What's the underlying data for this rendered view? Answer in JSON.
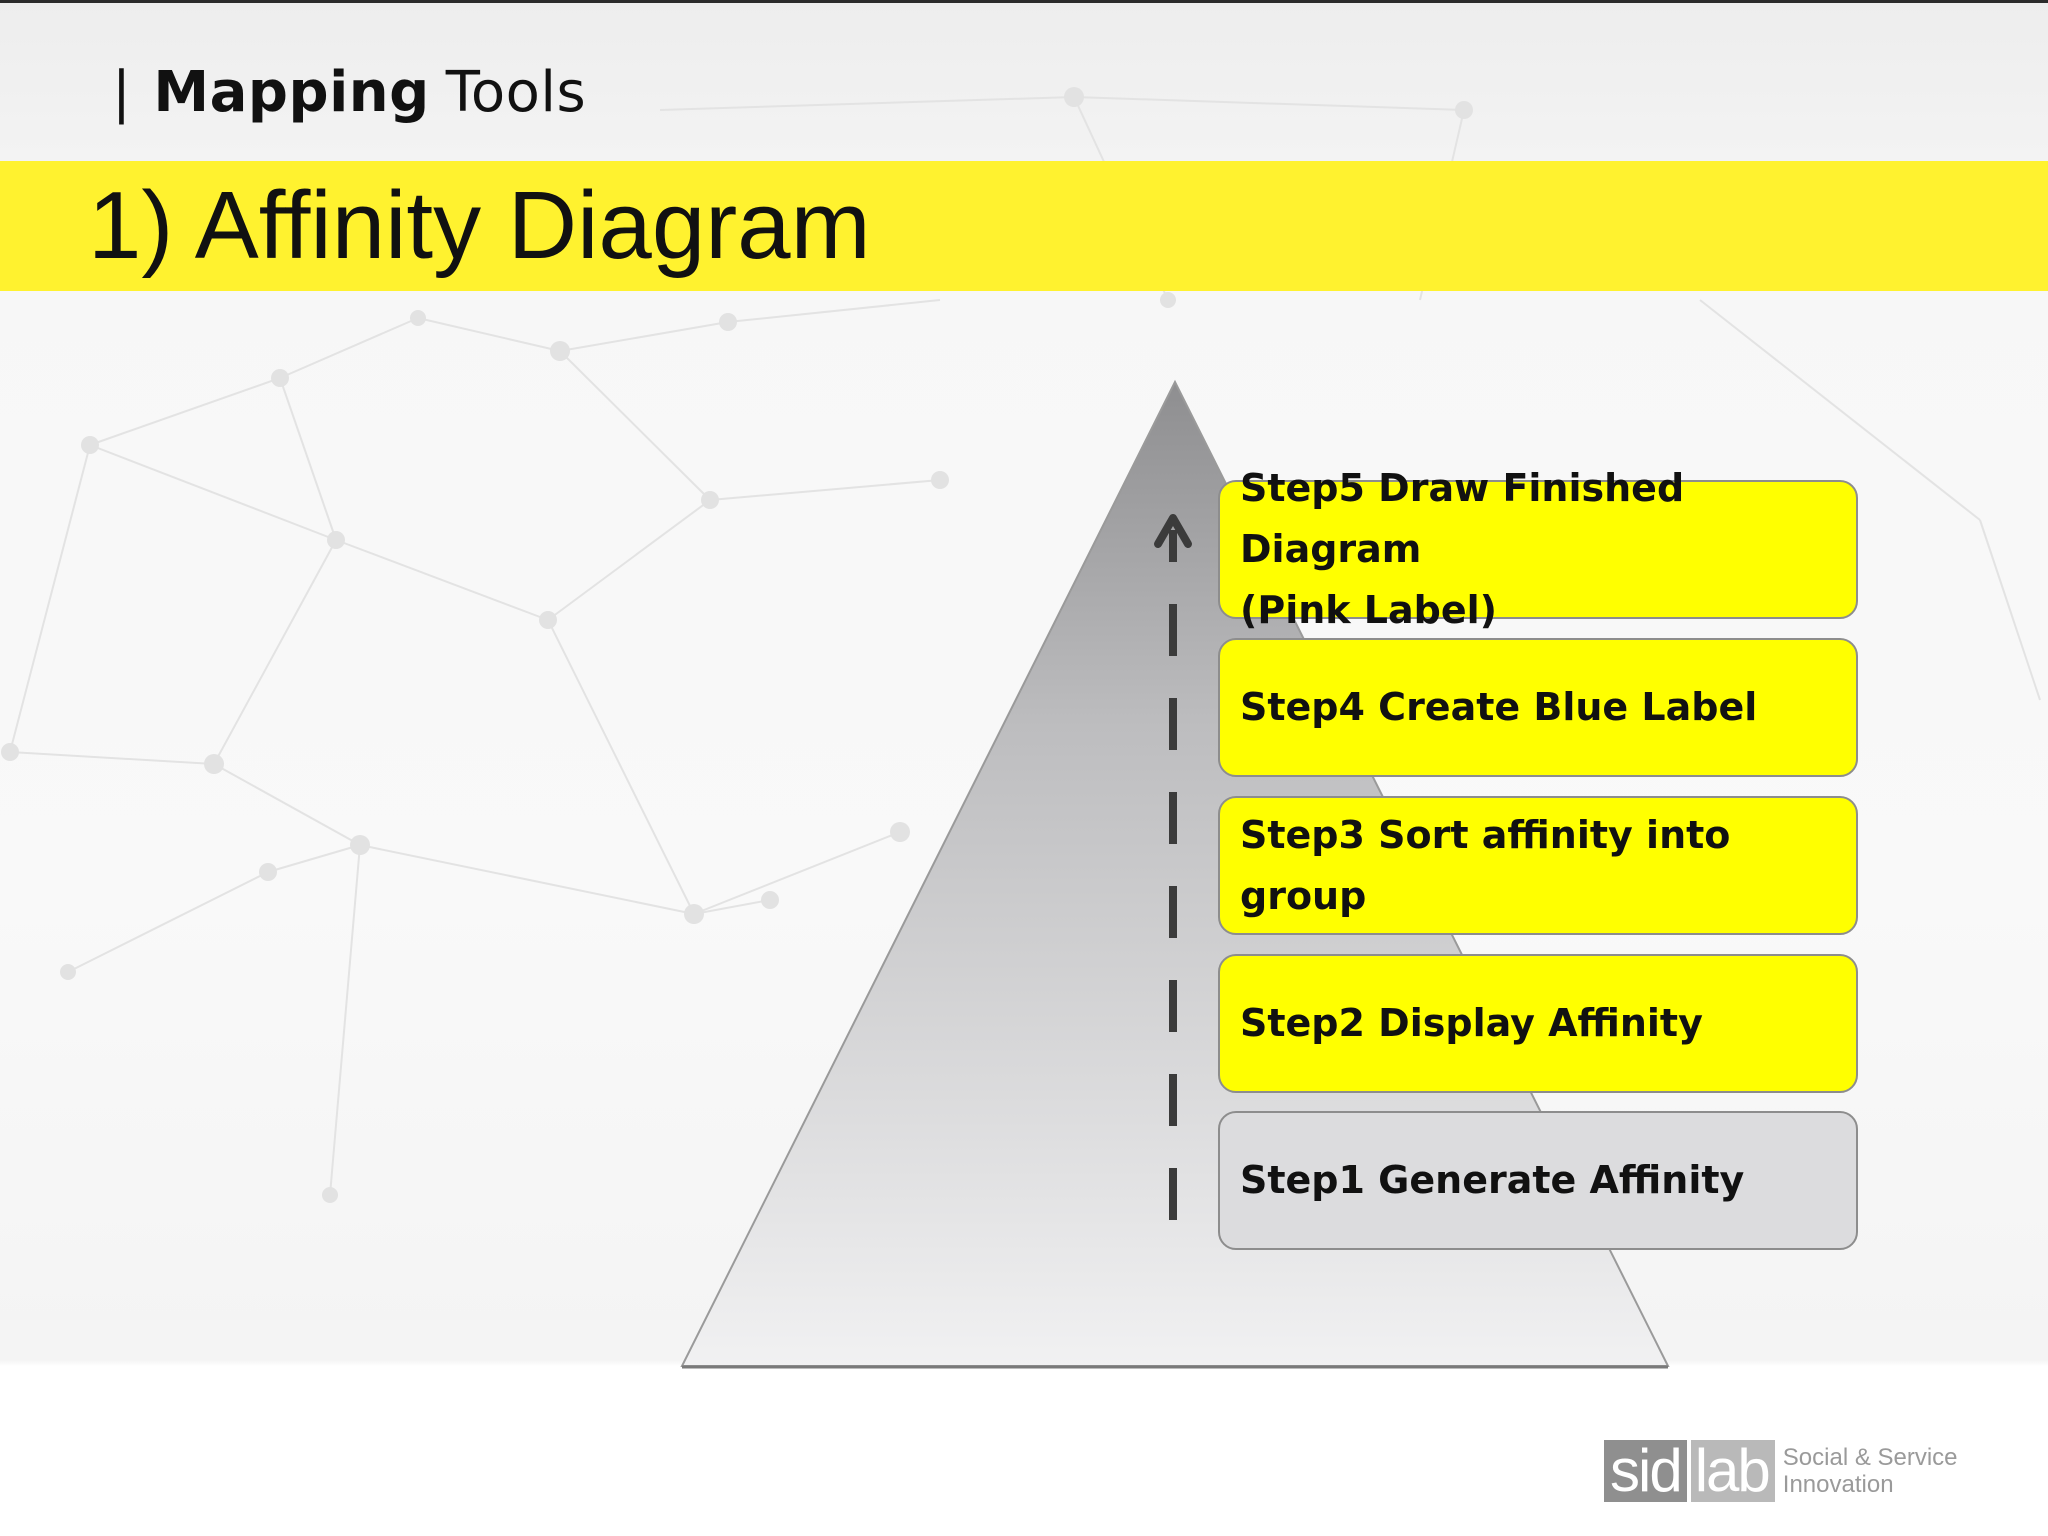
{
  "header": {
    "bar": "|",
    "strong": "Mapping",
    "light": "Tools"
  },
  "title": "1) Affinity Diagram",
  "steps": [
    {
      "line1": "Step5 Draw Finished Diagram",
      "line2": "(Pink Label)"
    },
    {
      "line1": "Step4 Create Blue Label"
    },
    {
      "line1": "Step3 Sort affinity into group"
    },
    {
      "line1": "Step2 Display Affinity"
    },
    {
      "line1": "Step1 Generate Affinity"
    }
  ],
  "logo": {
    "sid": "sid",
    "lab": "lab",
    "line1": "Social & Service",
    "line2": "Innovation"
  },
  "colors": {
    "band": "#fff22f",
    "step_highlight": "#ffff00",
    "step_base": "#dcdcde"
  }
}
